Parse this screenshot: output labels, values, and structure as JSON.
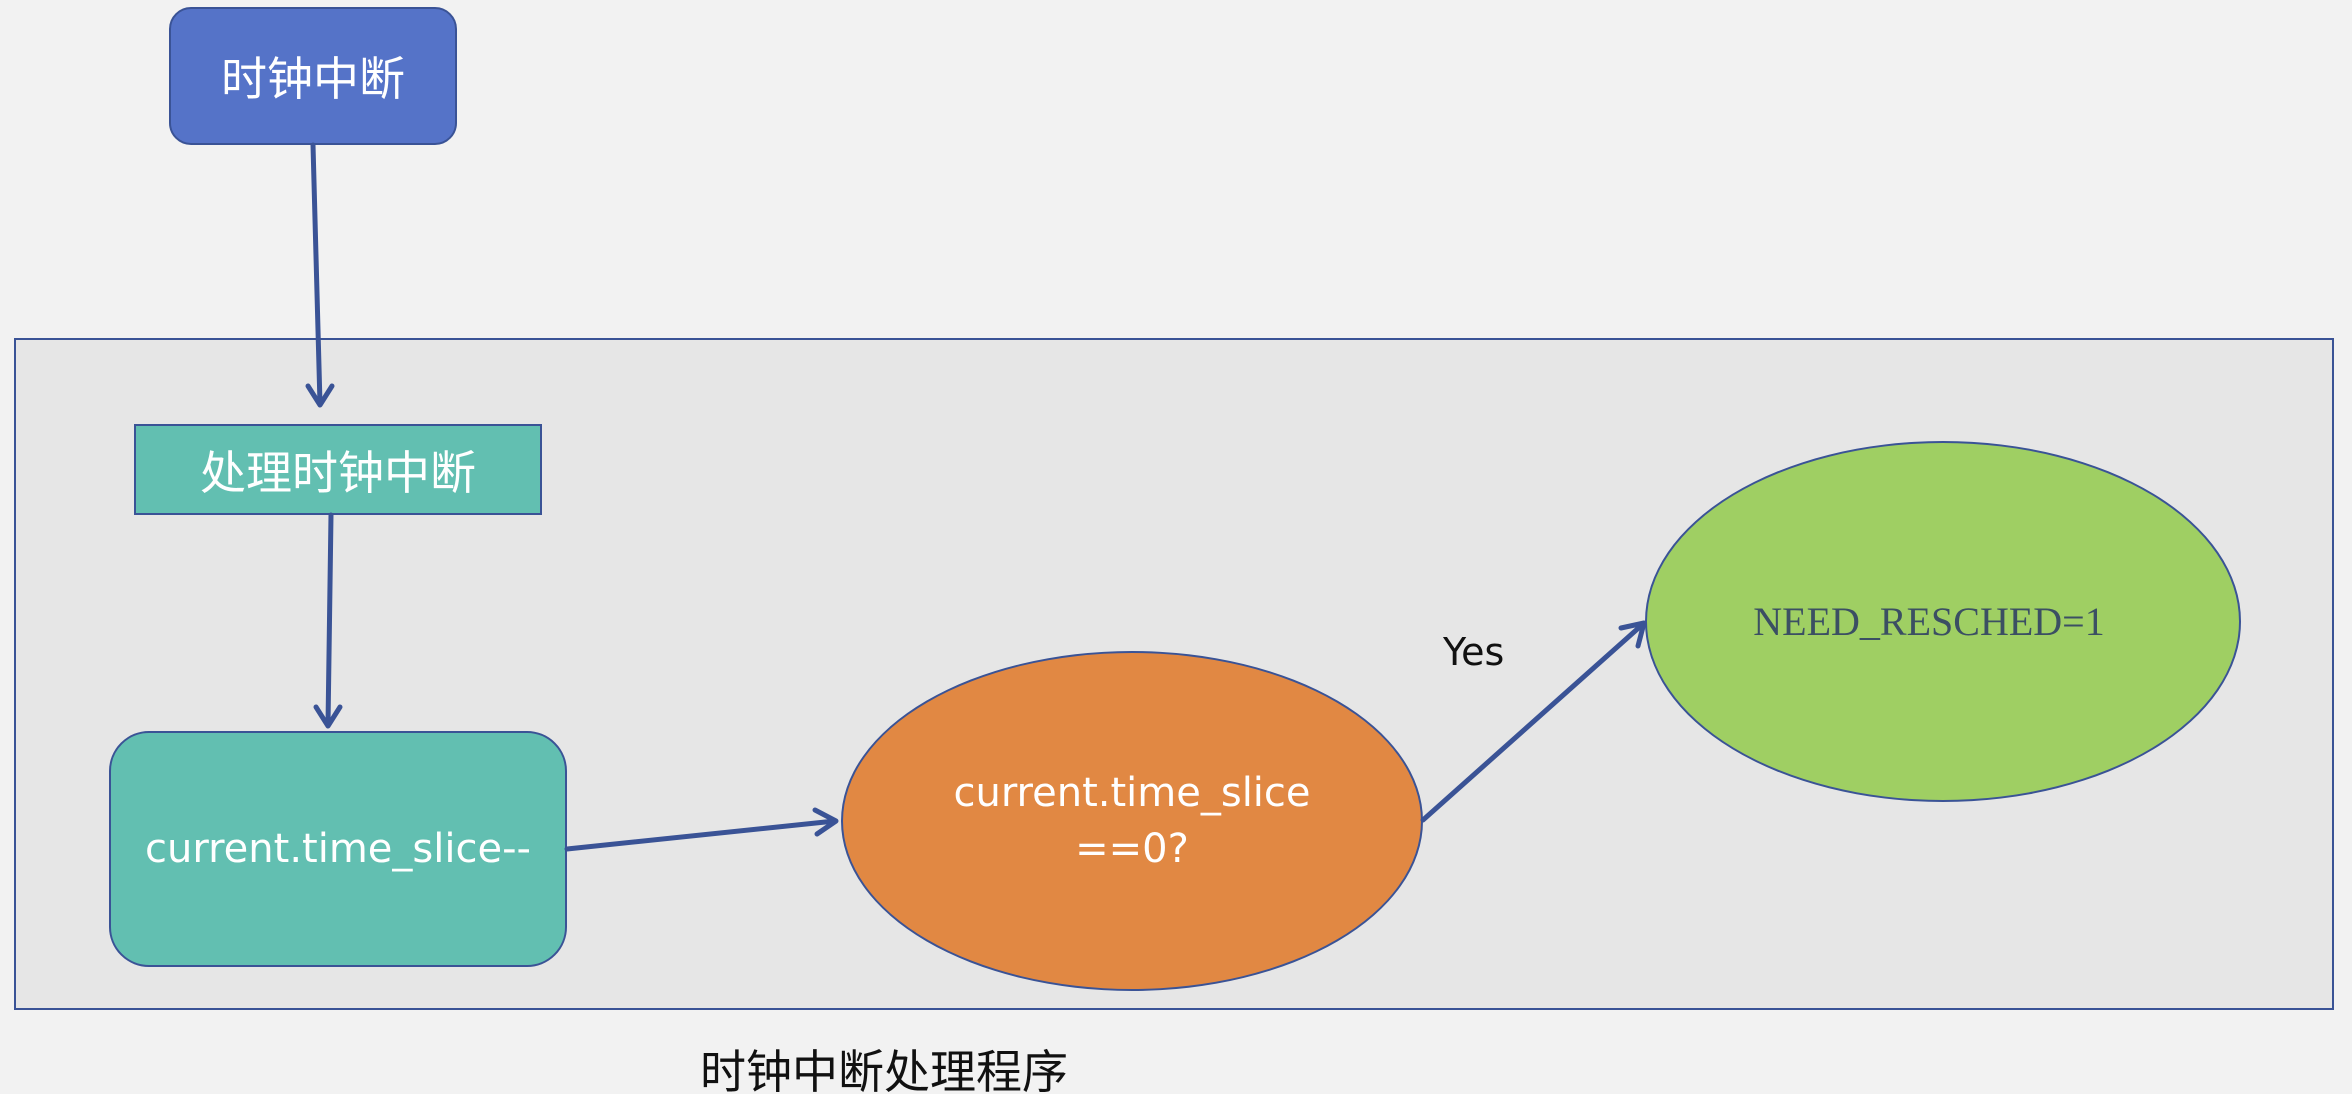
{
  "nodes": {
    "clock_interrupt": "时钟中断",
    "handle_interrupt": "处理时钟中断",
    "decrement": "current.time_slice--",
    "check_line1": "current.time_slice",
    "check_line2": "==0?",
    "resched": "NEED_RESCHED=1"
  },
  "edge_labels": {
    "yes": "Yes"
  },
  "caption": "时钟中断处理程序",
  "colors": {
    "clock_interrupt_fill": "#5573c8",
    "handler_fill": "#62bfb1",
    "check_fill": "#e18843",
    "resched_fill": "#9fcf63",
    "container_fill": "#e6e6e6",
    "stroke": "#3a5396"
  }
}
